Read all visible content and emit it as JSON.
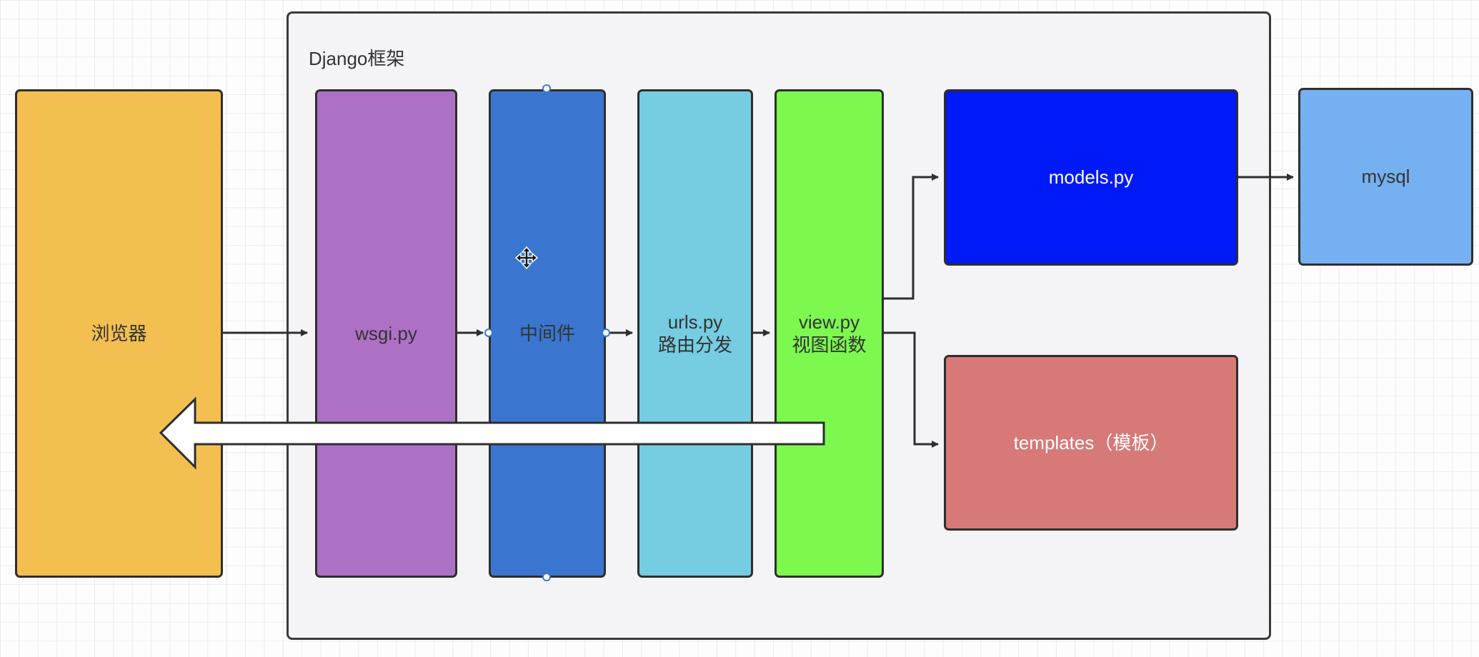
{
  "frame": {
    "title": "Django框架"
  },
  "nodes": {
    "browser": {
      "label": "浏览器"
    },
    "wsgi": {
      "label": "wsgi.py"
    },
    "middleware": {
      "label": "中间件"
    },
    "urls": {
      "line1": "urls.py",
      "line2": "路由分发"
    },
    "views": {
      "line1": "view.py",
      "line2": "视图函数"
    },
    "models": {
      "label": "models.py"
    },
    "templates": {
      "label": "templates（模板）"
    },
    "mysql": {
      "label": "mysql"
    }
  },
  "colors": {
    "browser": "#f3bf51",
    "wsgi": "#ae70c5",
    "middleware": "#3a76cf",
    "urls": "#76cce0",
    "views": "#7cf84e",
    "models": "#0019f7",
    "templates": "#d67977",
    "mysql": "#75b1f0",
    "frame": "#f4f4f7",
    "connector": "#2e2e2e"
  },
  "edges": [
    {
      "from": "browser",
      "to": "wsgi"
    },
    {
      "from": "wsgi",
      "to": "middleware"
    },
    {
      "from": "middleware",
      "to": "urls"
    },
    {
      "from": "urls",
      "to": "views"
    },
    {
      "from": "views",
      "to": "models"
    },
    {
      "from": "views",
      "to": "templates"
    },
    {
      "from": "models",
      "to": "mysql"
    },
    {
      "from": "views",
      "to": "browser",
      "style": "hollow-block-arrow"
    }
  ],
  "selection": {
    "selected_node": "middleware",
    "cursor": "move-cursor-icon"
  }
}
